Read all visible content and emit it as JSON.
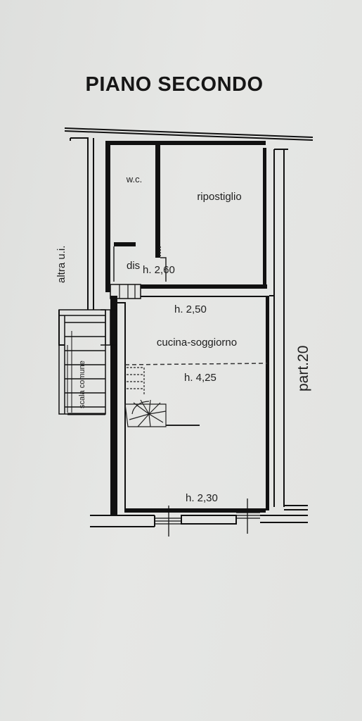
{
  "title": "PIANO SECONDO",
  "rooms": {
    "wc": "w.c.",
    "ripostiglio": "ripostiglio",
    "dis": "dis",
    "cucina": "cucina-soggiorno"
  },
  "heights": {
    "dis": "h. 2,60",
    "upper": "h. 2,50",
    "mezzanine": "h. 4,25",
    "lower": "h. 2,30"
  },
  "labels": {
    "neighbor_left": "altra u.i.",
    "stair": "scala comune",
    "neighbor_right": "part.20"
  },
  "colors": {
    "wall": "#111111",
    "paper": "#e3e4e2",
    "line": "#222222"
  }
}
